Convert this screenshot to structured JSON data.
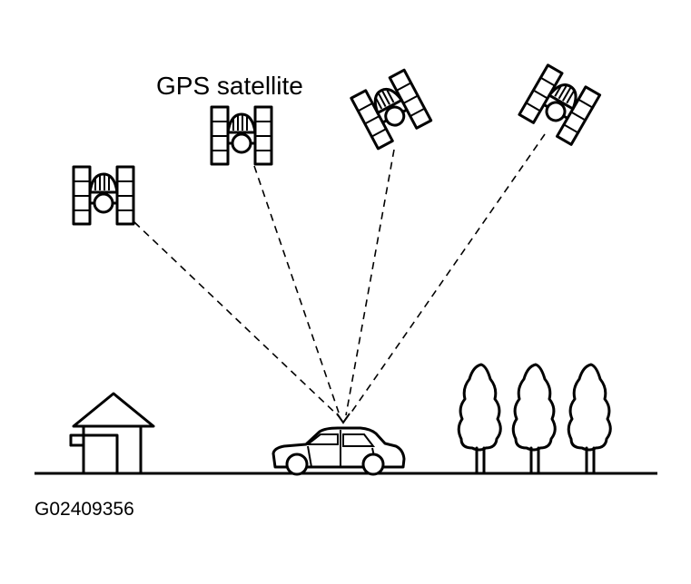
{
  "labels": {
    "satellite": "GPS satellite",
    "figure_id": "G02409356"
  },
  "diagram": {
    "satellites": [
      "satellite-1",
      "satellite-2",
      "satellite-3",
      "satellite-4"
    ],
    "receiver": "car",
    "landmarks": [
      "house",
      "tree",
      "tree",
      "tree"
    ]
  }
}
